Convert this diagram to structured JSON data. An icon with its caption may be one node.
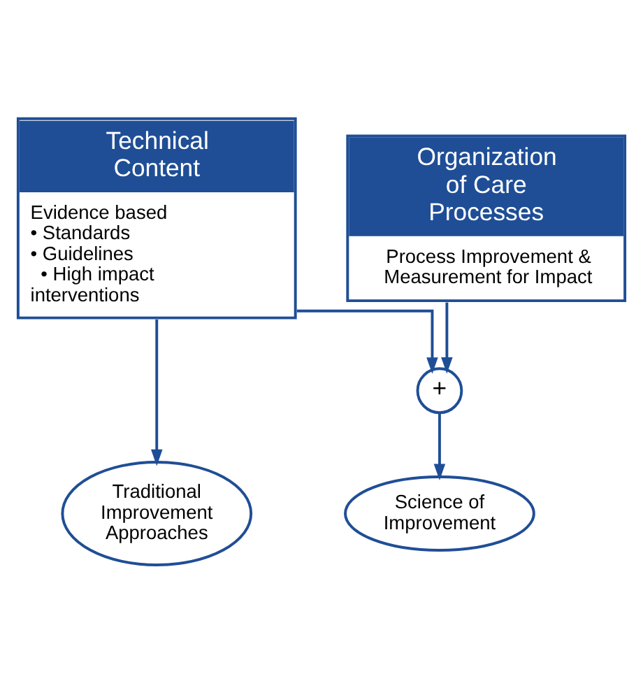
{
  "diagram": {
    "nodes": [
      {
        "text": [
          "Technical Content",
          "Evidence based",
          "• Standards",
          "• Guidelines",
          "• High impact interventions"
        ]
      },
      {
        "text": [
          "Organization of Care Processes",
          "Process Improvement & Measurement for Impact"
        ]
      },
      {
        "text": [
          "+"
        ]
      },
      {
        "text": [
          "Traditional Improvement Approaches"
        ]
      },
      {
        "text": [
          "Science of Improvement"
        ]
      }
    ],
    "edges": [
      {
        "from": 0,
        "to": 3,
        "arrow": "to"
      },
      {
        "from": 0,
        "to": 2,
        "arrow": "to"
      },
      {
        "from": 1,
        "to": 2,
        "arrow": "to"
      },
      {
        "from": 2,
        "to": 4,
        "arrow": "to"
      }
    ]
  }
}
